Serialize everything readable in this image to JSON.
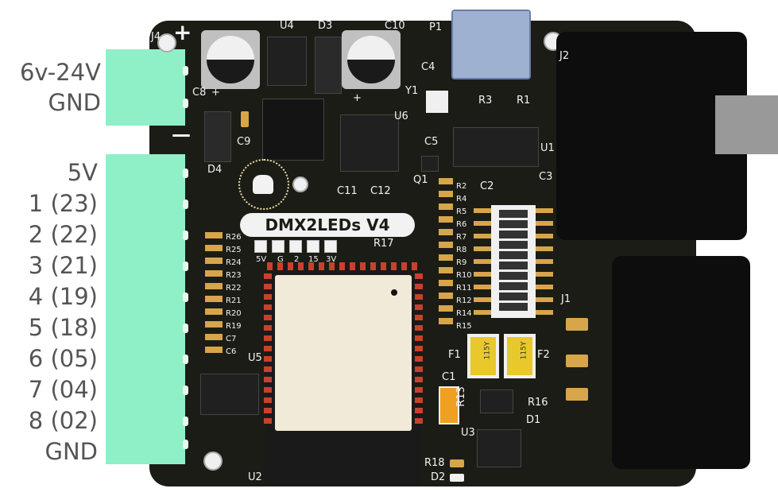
{
  "terminal_top_labels": [
    "6v-24V",
    "GND"
  ],
  "terminal_bottom_labels": [
    "5V",
    "1 (23)",
    "2 (22)",
    "3 (21)",
    "4 (19)",
    "5 (18)",
    "6 (05)",
    "7 (04)",
    "8 (02)",
    "GND"
  ],
  "board": {
    "title": "DMX2LEDs V4",
    "header_pins": [
      "5V",
      "G",
      "2",
      "15",
      "3V"
    ],
    "refs": {
      "j4": "J4",
      "plus": "+",
      "minus": "—",
      "c8": "C8",
      "c8plus": "+",
      "u4": "U4",
      "d3": "D3",
      "c10": "C10",
      "c10plus": "+",
      "p1": "P1",
      "j2": "J2",
      "c4": "C4",
      "y1": "Y1",
      "r3": "R3",
      "r1": "R1",
      "c9": "C9",
      "d4": "D4",
      "u6": "U6",
      "c5": "C5",
      "u1": "U1",
      "q1": "Q1",
      "c11": "C11",
      "c12": "C12",
      "c2": "C2",
      "c3": "C3",
      "r17": "R17",
      "u5": "U5",
      "u2": "U2",
      "c1": "C1",
      "r13": "R13",
      "f1": "F1",
      "f2": "F2",
      "r16": "R16",
      "d1": "D1",
      "j1": "J1",
      "u3": "U3",
      "r18": "R18",
      "d2": "D2",
      "fuse_mark": "115Y"
    },
    "left_resistors": [
      "R26",
      "R25",
      "R24",
      "R23",
      "R22",
      "R21",
      "R20",
      "R19",
      "C7",
      "C6"
    ],
    "right_resistors": [
      "R2",
      "R4",
      "R5",
      "R6",
      "R7",
      "R8",
      "R9",
      "R10",
      "R11",
      "R12",
      "R14",
      "R15"
    ]
  }
}
